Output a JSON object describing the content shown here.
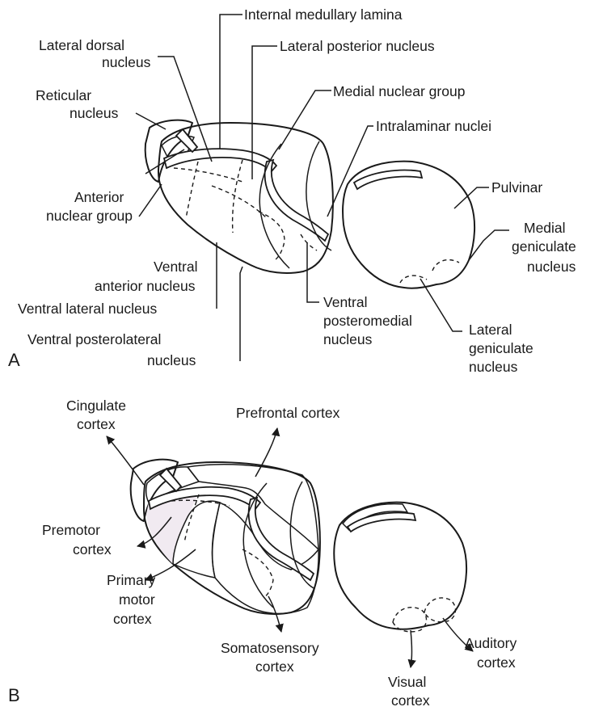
{
  "colors": {
    "nucleus_fill": "#e8dcea",
    "cingulate_fill": "#c7a9c8",
    "prefrontal_fill": "#dcc9dc",
    "premotor_fill": "#f1eaf1",
    "motor_fill": "#c4a2c4",
    "somatosensory_fill": "#b98bb6",
    "visual_fill": "#b27fb0",
    "auditory_fill": "#cfb3cf",
    "line": "#1a1a1a"
  },
  "panel_a": {
    "letter": "A",
    "labels": {
      "internal_medullary_lamina": "Internal medullary lamina",
      "lateral_dorsal_1": "Lateral dorsal",
      "lateral_dorsal_2": "nucleus",
      "lateral_posterior": "Lateral posterior nucleus",
      "medial_nuclear_group": "Medial nuclear group",
      "reticular_1": "Reticular",
      "reticular_2": "nucleus",
      "intralaminar": "Intralaminar nuclei",
      "anterior_1": "Anterior",
      "anterior_2": "nuclear group",
      "pulvinar": "Pulvinar",
      "medial_geniculate_1": "Medial",
      "medial_geniculate_2": "geniculate",
      "medial_geniculate_3": "nucleus",
      "ventral_anterior_1": "Ventral",
      "ventral_anterior_2": "anterior nucleus",
      "ventral_lateral": "Ventral lateral nucleus",
      "vpm_1": "Ventral",
      "vpm_2": "posteromedial",
      "vpm_3": "nucleus",
      "vpl_1": "Ventral posterolateral",
      "vpl_2": "nucleus",
      "lateral_geniculate_1": "Lateral",
      "lateral_geniculate_2": "geniculate",
      "lateral_geniculate_3": "nucleus"
    }
  },
  "panel_b": {
    "letter": "B",
    "labels": {
      "cingulate_1": "Cingulate",
      "cingulate_2": "cortex",
      "prefrontal": "Prefrontal cortex",
      "premotor_1": "Premotor",
      "premotor_2": "cortex",
      "primary_motor_1": "Primary",
      "primary_motor_2": "motor",
      "primary_motor_3": "cortex",
      "somatosensory_1": "Somatosensory",
      "somatosensory_2": "cortex",
      "auditory_1": "Auditory",
      "auditory_2": "cortex",
      "visual_1": "Visual",
      "visual_2": "cortex"
    }
  }
}
